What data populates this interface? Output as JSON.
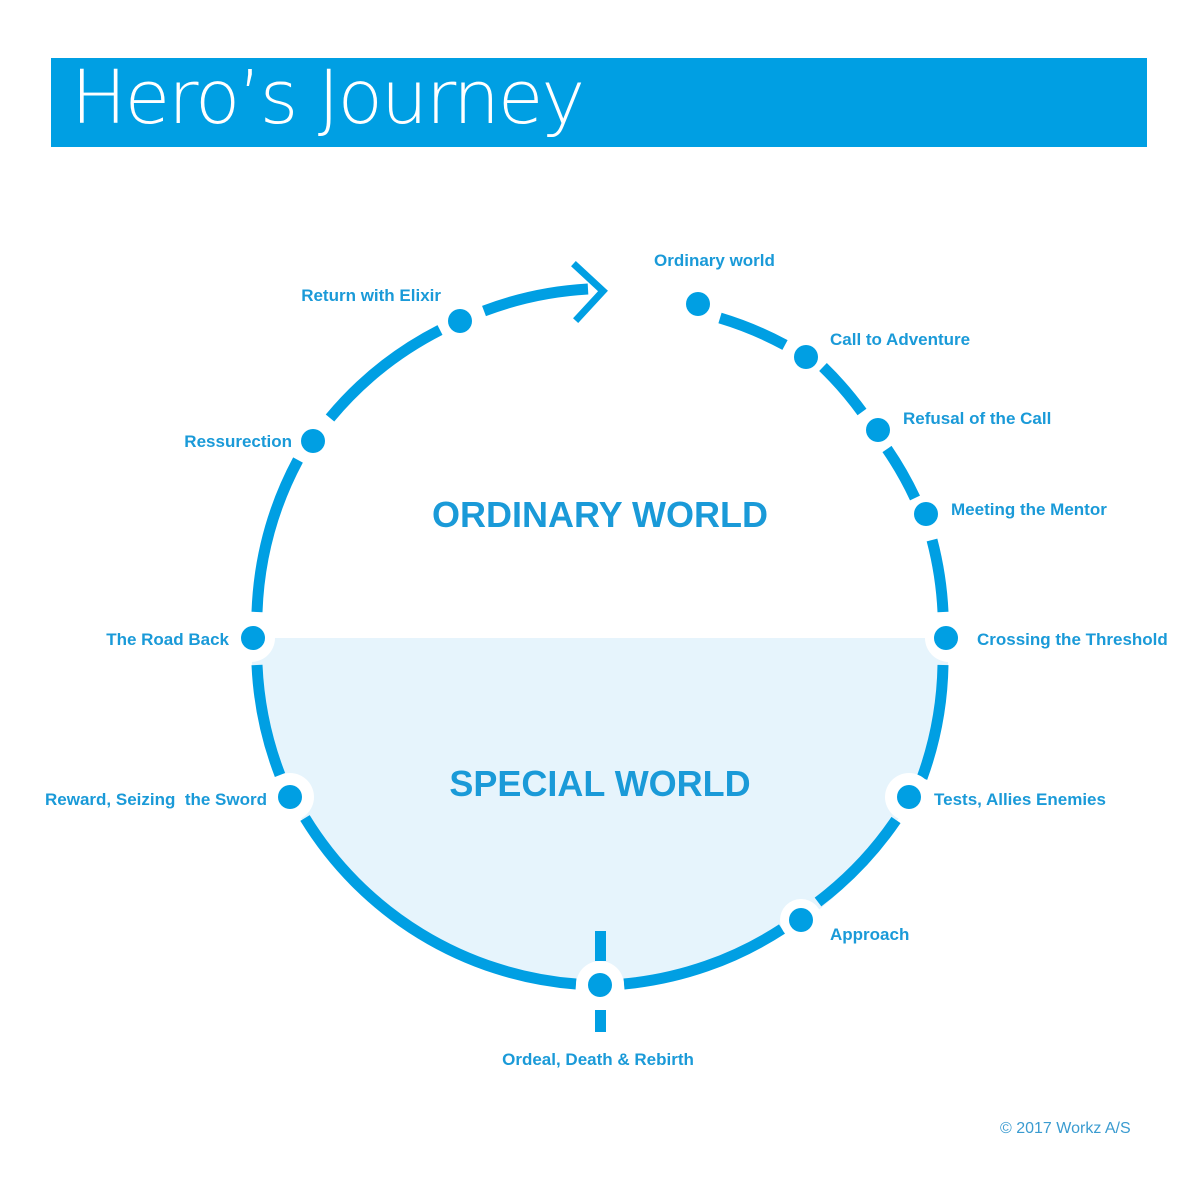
{
  "title": "Hero’s Journey",
  "colors": {
    "accent": "#009fe3",
    "special_world_fill": "#e6f4fc",
    "background": "#ffffff"
  },
  "worlds": {
    "ordinary": "ORDINARY WORLD",
    "special": "SPECIAL WORLD"
  },
  "steps": [
    {
      "label": "Ordinary world"
    },
    {
      "label": "Call to Adventure"
    },
    {
      "label": "Refusal of the Call"
    },
    {
      "label": "Meeting the Mentor"
    },
    {
      "label": "Crossing the Threshold"
    },
    {
      "label": "Tests, Allies Enemies"
    },
    {
      "label": "Approach"
    },
    {
      "label": "Ordeal, Death & Rebirth"
    },
    {
      "label": "Reward, Seizing  the Sword"
    },
    {
      "label": "The Road Back"
    },
    {
      "label": "Ressurection"
    },
    {
      "label": "Return with Elixir"
    }
  ],
  "copyright": "© 2017 Workz A/S"
}
